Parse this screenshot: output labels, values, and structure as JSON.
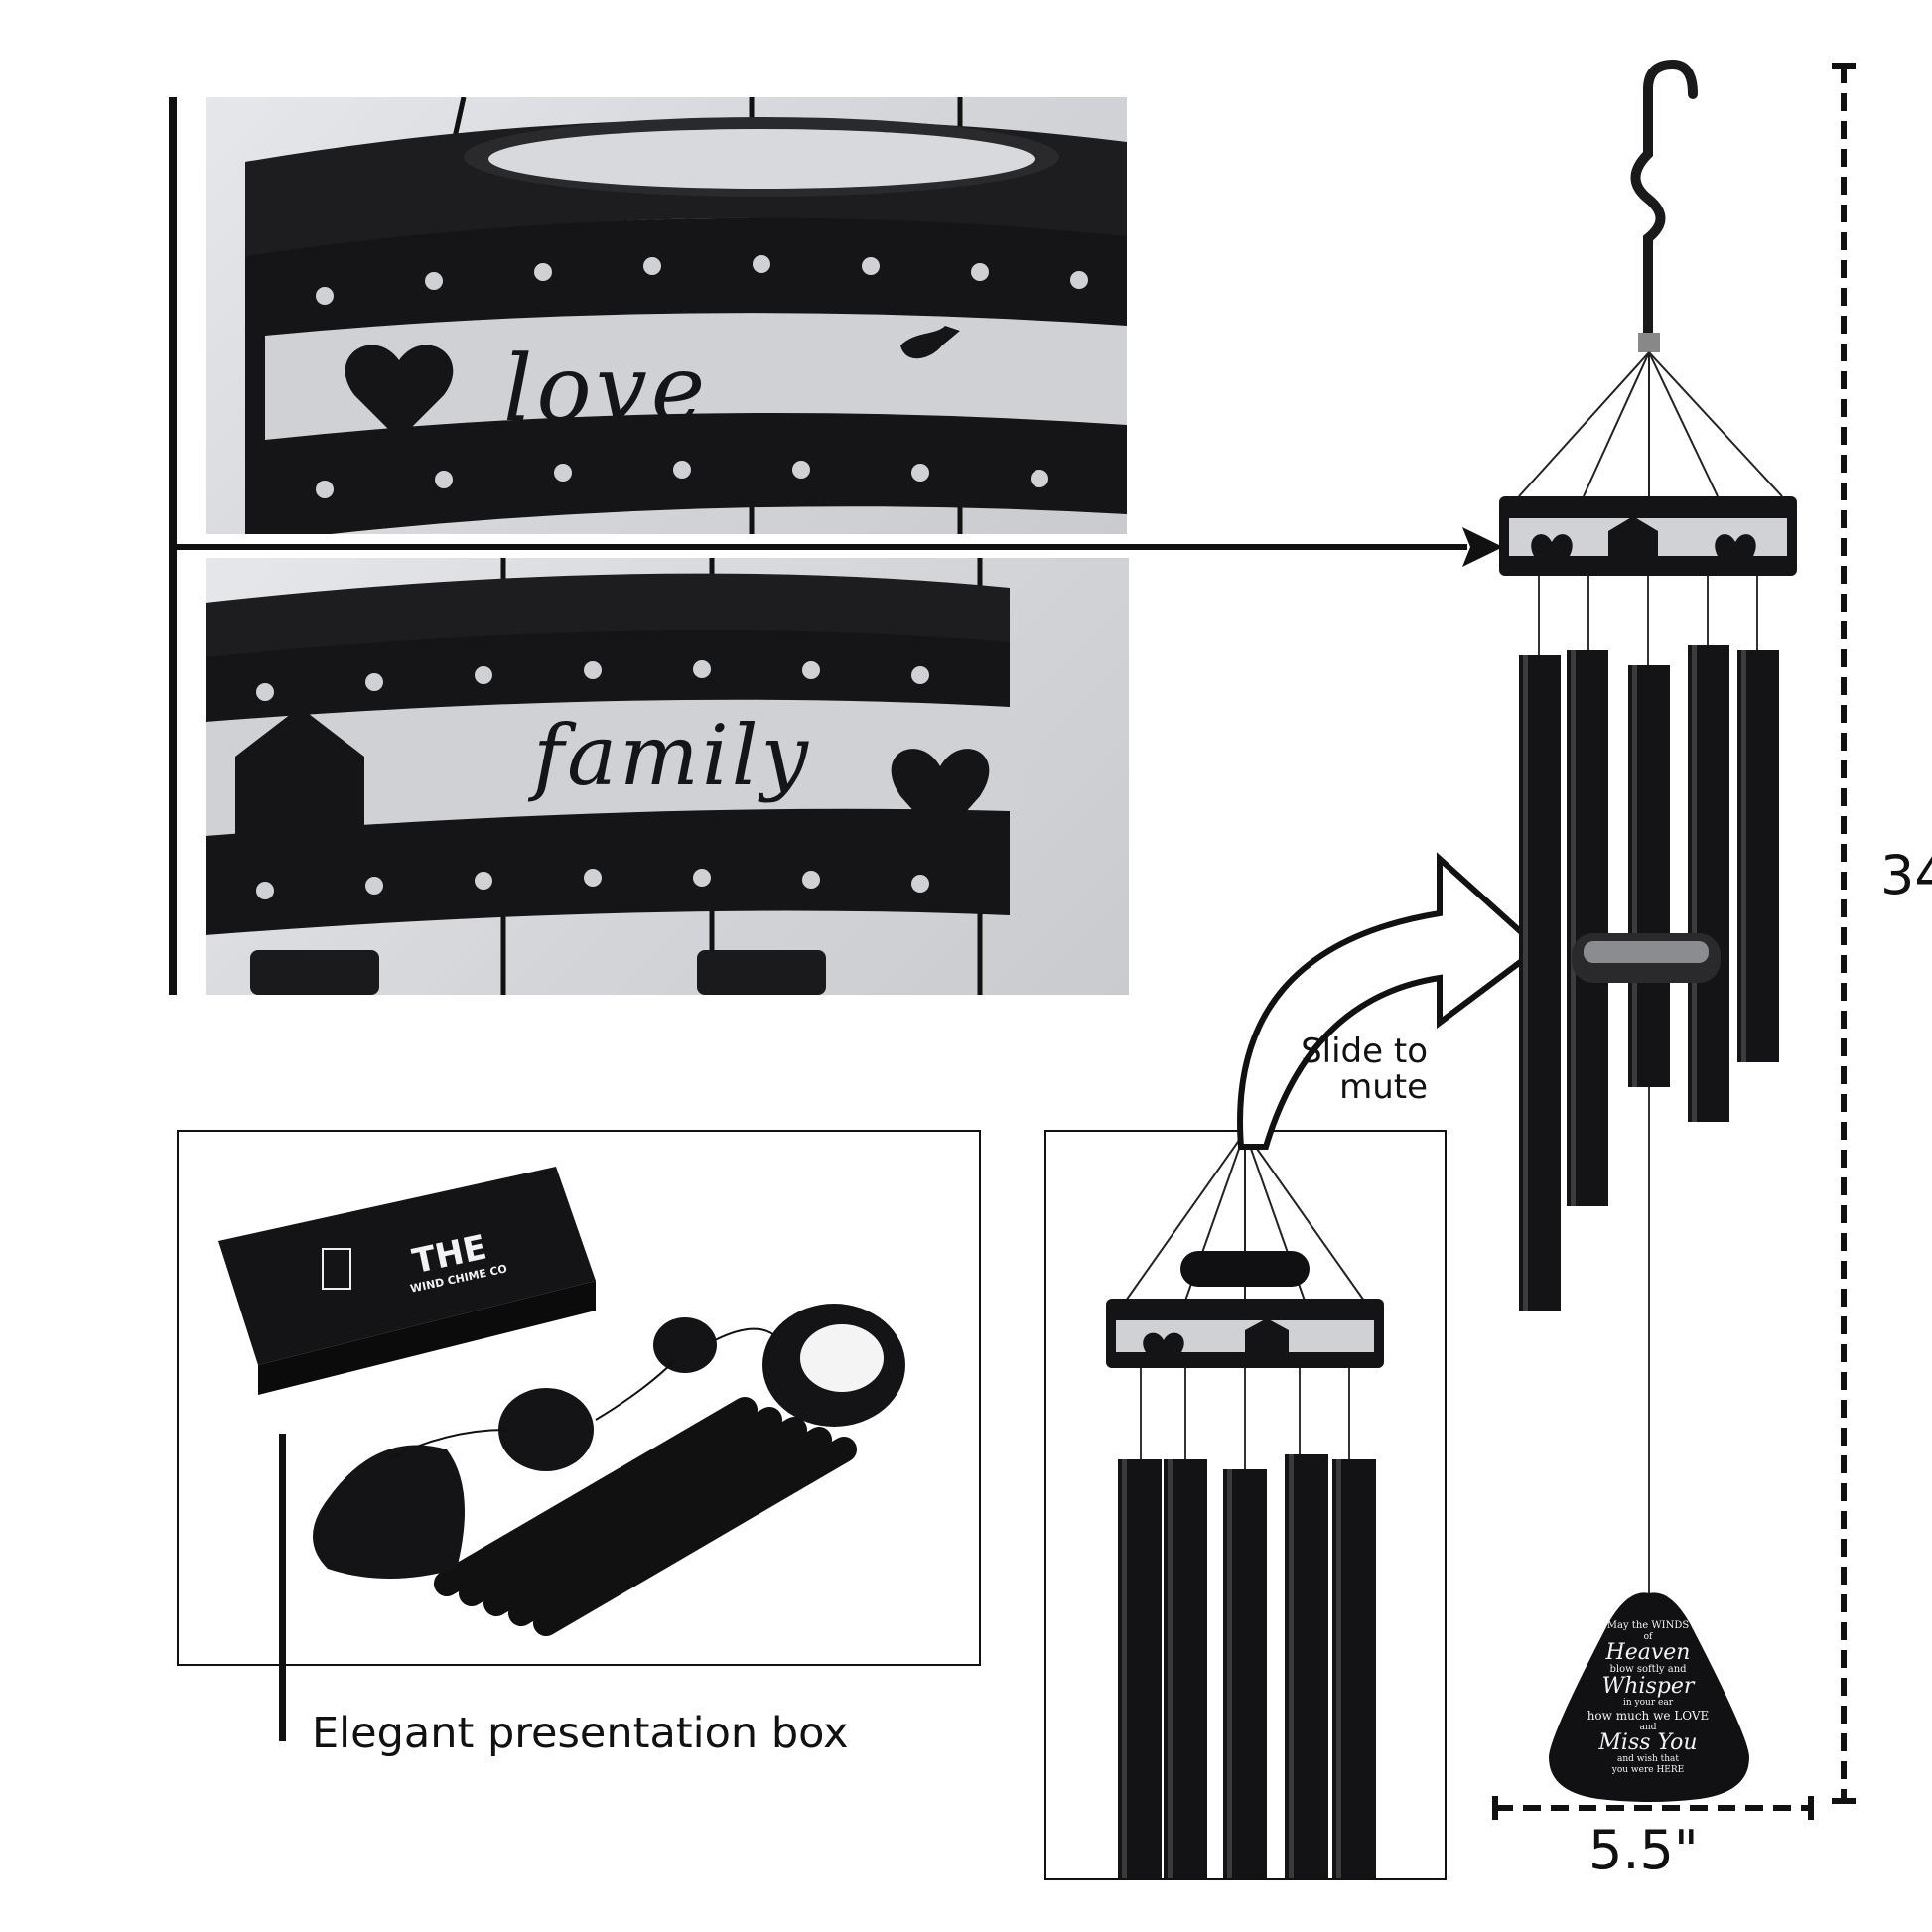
{
  "detail_photo_1": {
    "script_word": "love"
  },
  "detail_photo_2": {
    "script_word": "family"
  },
  "mute_callout": {
    "line1": "Slide to",
    "line2": "mute"
  },
  "box_caption": "Elegant presentation box",
  "box_logo": {
    "title": "THE",
    "subtitle": "WIND CHIME CO"
  },
  "dimensions": {
    "height": "34",
    "width": "5.5\""
  },
  "sail_inscription": {
    "line1": "May the WINDS",
    "line2": "of",
    "line3": "Heaven",
    "line4": "blow softly and",
    "line5": "Whisper",
    "line6": "in your ear",
    "line7": "how much we LOVE",
    "line8": "and",
    "line9": "Miss You",
    "line10": "and wish that",
    "line11": "you were HERE"
  },
  "colors": {
    "ink": "#111111",
    "photo_bg": "#d8dadd",
    "metal": "#1c1c1e"
  },
  "icons": [
    "hook-icon",
    "arrow-right-icon",
    "curved-arrow-icon",
    "dimension-line-icon"
  ]
}
